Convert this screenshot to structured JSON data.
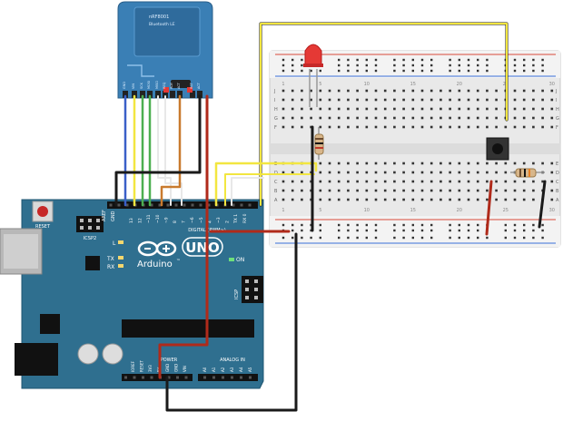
{
  "module": {
    "name": "nRF8001",
    "subtitle": "Bluetooth LE",
    "pins": [
      "GND",
      "VIN",
      "SCK",
      "MOSI",
      "MISO",
      "REQ",
      "RDY",
      "ACT",
      "RST",
      "ACT"
    ]
  },
  "arduino": {
    "brand": "Arduino",
    "tm": "™",
    "model": "UNO",
    "reset_label": "RESET",
    "icsp2_label": "ICSP2",
    "icsp_label": "ICSP",
    "on_label": "ON",
    "l_label": "L",
    "tx_label": "TX",
    "rx_label": "RX",
    "digital_label": "DIGITAL (PWM~)",
    "aref_label": "AREF",
    "gnd_label": "GND",
    "power_label": "POWER",
    "analog_label": "ANALOG IN",
    "digital_pins": [
      "13",
      "12",
      "~11",
      "~10",
      "~9",
      "8",
      "7",
      "~6",
      "~5",
      "4",
      "~3",
      "2",
      "TX 1",
      "RX 0"
    ],
    "power_pins": [
      "IOREF",
      "RESET",
      "3V3",
      "5V",
      "GND",
      "GND",
      "VIN"
    ],
    "analog_pins": [
      "A0",
      "A1",
      "A2",
      "A3",
      "A4",
      "A5"
    ]
  },
  "breadboard": {
    "row_letters_top": [
      "J",
      "I",
      "H",
      "G",
      "F"
    ],
    "row_letters_bottom": [
      "E",
      "D",
      "C",
      "B",
      "A"
    ],
    "column_numbers": [
      "1",
      "5",
      "10",
      "15",
      "20",
      "25",
      "30"
    ]
  },
  "colors": {
    "board": "#2f6f8f",
    "module": "#3a7fb5",
    "wire_yellow": "#f2e640",
    "wire_black": "#1a1a1a",
    "wire_red": "#b02a1a",
    "wire_blue": "#3a5fc8",
    "wire_green": "#4caf50",
    "wire_orange": "#c97a2e",
    "wire_white": "#e8e8e8",
    "led": "#e53935"
  },
  "components": [
    "led-red",
    "resistor",
    "resistor",
    "pushbutton"
  ]
}
